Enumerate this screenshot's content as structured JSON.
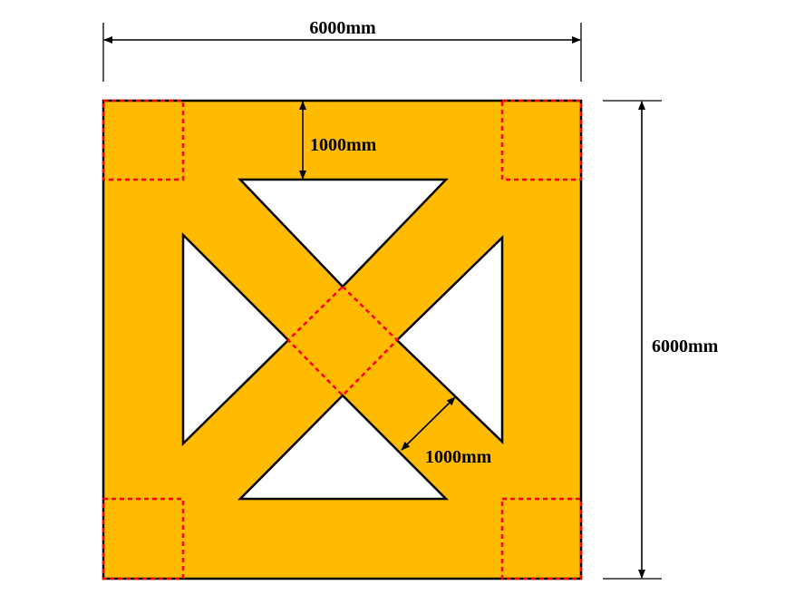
{
  "dimensions": {
    "top_width": "6000mm",
    "right_height": "6000mm",
    "top_offset": "1000mm",
    "band_width": "1000mm"
  },
  "colors": {
    "fill": "#FFBB00",
    "dashed": "#FF0000",
    "outline": "#000000"
  }
}
